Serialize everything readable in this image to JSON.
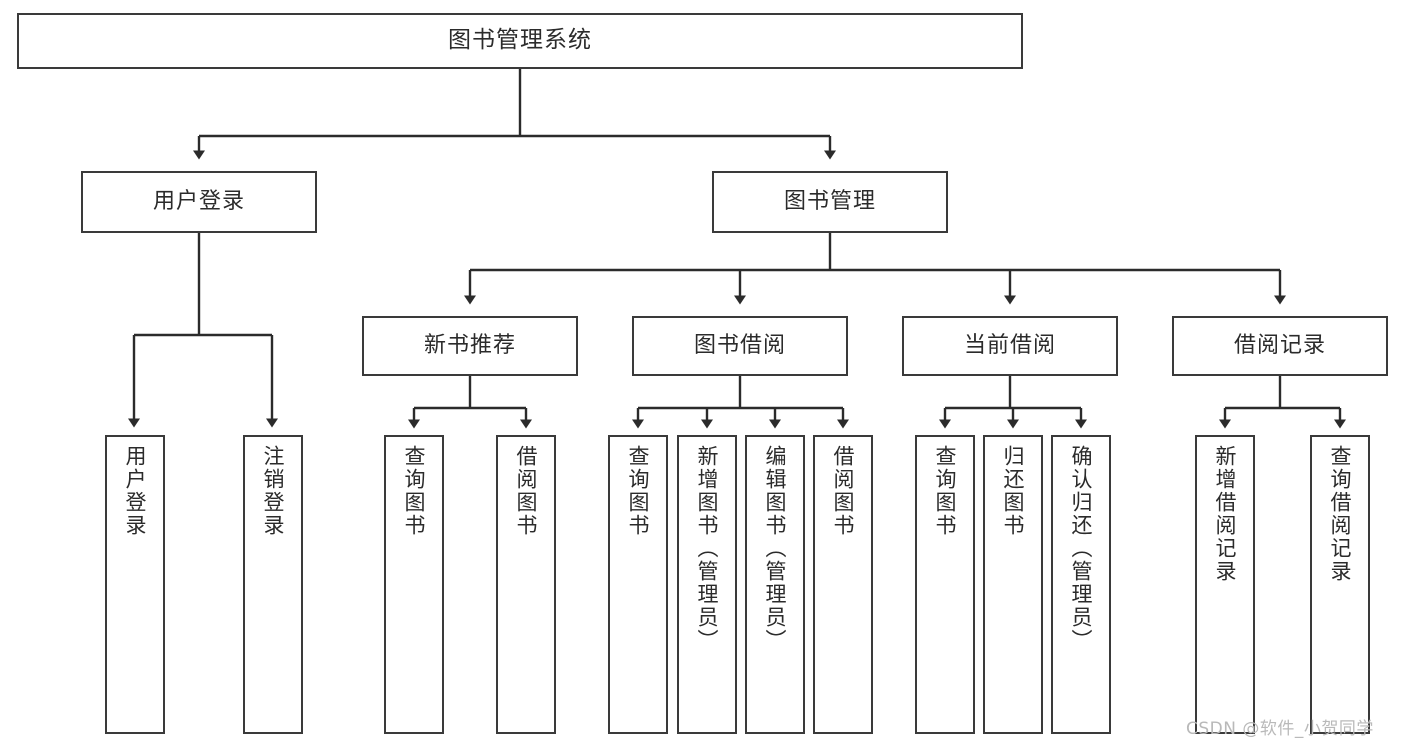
{
  "diagram": {
    "title": "图书管理系统",
    "type": "tree",
    "watermark": "CSDN @软件_小贺同学",
    "colors": {
      "box_border": "#3a3a3a",
      "box_fill": "#ffffff",
      "edge": "#2b2b2b",
      "text": "#2b2b2b",
      "watermark": "#b9b9b9",
      "background": "#ffffff"
    },
    "nodes": {
      "root": {
        "label": "图书管理系统"
      },
      "level2": [
        {
          "id": "user-login",
          "label": "用户登录"
        },
        {
          "id": "book-manage",
          "label": "图书管理"
        }
      ],
      "level3": [
        {
          "id": "new-book-rec",
          "label": "新书推荐"
        },
        {
          "id": "book-borrow",
          "label": "图书借阅"
        },
        {
          "id": "current-borrow",
          "label": "当前借阅"
        },
        {
          "id": "borrow-record",
          "label": "借阅记录"
        }
      ],
      "leaves": {
        "user_login": [
          {
            "id": "leaf-user-login",
            "label": "用户登录"
          },
          {
            "id": "leaf-logout-login",
            "label": "注销登录"
          }
        ],
        "new_book_rec": [
          {
            "id": "leaf-query-book-1",
            "label": "查询图书"
          },
          {
            "id": "leaf-borrow-book-1",
            "label": "借阅图书"
          }
        ],
        "book_borrow": [
          {
            "id": "leaf-query-book-2",
            "label": "查询图书"
          },
          {
            "id": "leaf-add-book",
            "label": "新增图书（管理员）"
          },
          {
            "id": "leaf-edit-book",
            "label": "编辑图书（管理员）"
          },
          {
            "id": "leaf-borrow-book-2",
            "label": "借阅图书"
          }
        ],
        "current_borrow": [
          {
            "id": "leaf-query-book-3",
            "label": "查询图书"
          },
          {
            "id": "leaf-return-book",
            "label": "归还图书"
          },
          {
            "id": "leaf-confirm-return",
            "label": "确认归还（管理员）"
          }
        ],
        "borrow_record": [
          {
            "id": "leaf-add-record",
            "label": "新增借阅记录"
          },
          {
            "id": "leaf-query-record",
            "label": "查询借阅记录"
          }
        ]
      }
    }
  }
}
